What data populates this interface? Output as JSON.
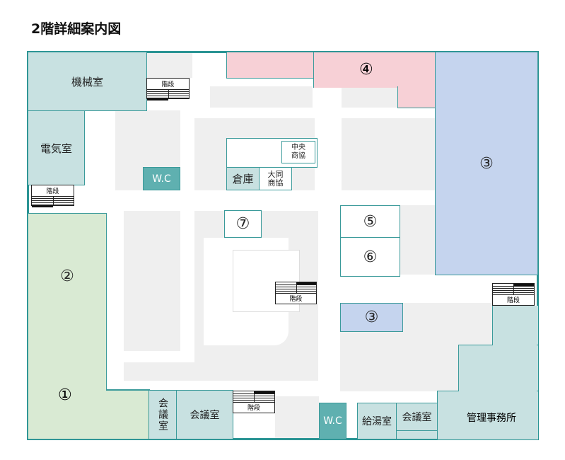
{
  "title": "2階詳細案内図",
  "rooms": {
    "machine_room": "機械室",
    "electric_room": "電気室",
    "wc_left": "W.C",
    "wc_bottom": "W.C",
    "chuo": "中央\n商協",
    "storage": "倉庫",
    "daido": "大同\n商協",
    "n1": "①",
    "n2": "②",
    "n3_big": "③",
    "n3_small": "③",
    "n4": "④",
    "n5": "⑤",
    "n6": "⑥",
    "n7": "⑦",
    "meeting_vertical": "会議室",
    "meeting_1": "会議室",
    "kitchen": "給湯室",
    "meeting_2": "会議室",
    "admin_office": "管理事務所"
  },
  "stairs_label": "階段"
}
